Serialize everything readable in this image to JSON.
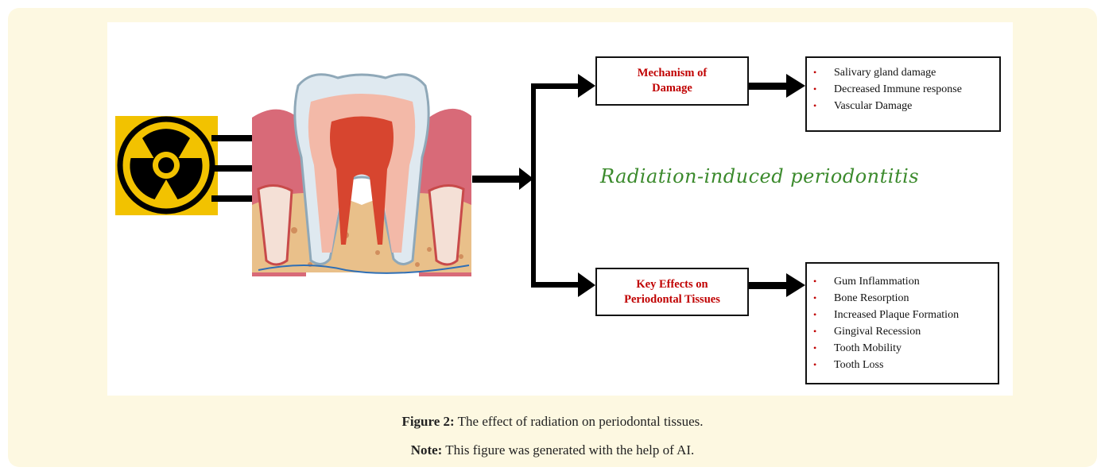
{
  "diagram": {
    "center_title": "Radiation-induced periodontitis",
    "mechanism_box": {
      "title": "Mechanism of\nDamage"
    },
    "mechanism_items": [
      "Salivary gland damage",
      "Decreased Immune response",
      "Vascular Damage"
    ],
    "effects_box": {
      "title": "Key Effects on\nPeriodontal Tissues"
    },
    "effects_items": [
      "Gum Inflammation",
      "Bone Resorption",
      "Increased Plaque Formation",
      "Gingival Recession",
      "Tooth Mobility",
      "Tooth Loss"
    ],
    "bullet_symbol": "•",
    "colors": {
      "box_title": "#c00000",
      "center_title": "#3b8a2c",
      "radiation_bg": "#f2c200",
      "arrows": "#000000"
    },
    "icons": [
      "radiation-icon",
      "tooth-illustration"
    ]
  },
  "caption": {
    "figure_label": "Figure 2:",
    "figure_text": " The effect of radiation on periodontal tissues.",
    "note_label": "Note:",
    "note_text": " This figure was generated with the help of AI."
  }
}
